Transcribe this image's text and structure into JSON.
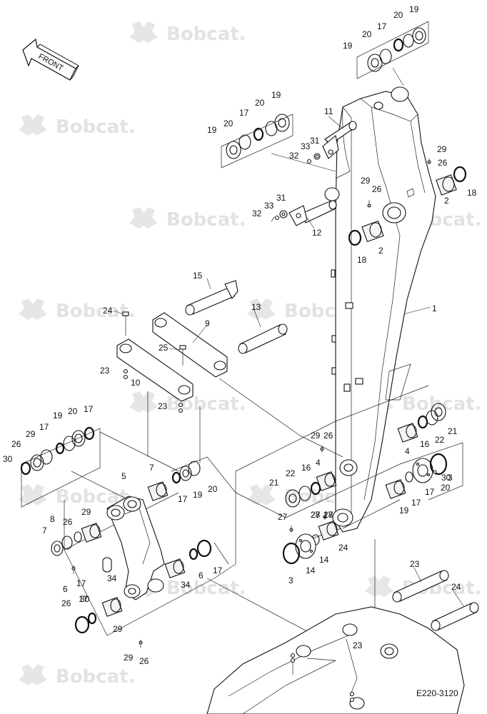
{
  "watermark": {
    "brand": "Bobcat."
  },
  "orientation": {
    "label": "FRONT"
  },
  "figure": {
    "reference": "E220-3120"
  },
  "callouts": [
    "19",
    "20",
    "17",
    "20",
    "19",
    "19",
    "20",
    "17",
    "20",
    "19",
    "11",
    "33",
    "31",
    "32",
    "29",
    "26",
    "18",
    "2",
    "29",
    "26",
    "31",
    "33",
    "32",
    "12",
    "18",
    "2",
    "15",
    "24",
    "9",
    "13",
    "25",
    "23",
    "10",
    "1",
    "23",
    "29",
    "26",
    "22",
    "21",
    "16",
    "4",
    "21",
    "22",
    "16",
    "4",
    "5",
    "7",
    "17",
    "19",
    "20",
    "17",
    "20",
    "19",
    "17",
    "29",
    "26",
    "30",
    "27",
    "28",
    "30",
    "3",
    "17",
    "20",
    "19",
    "17",
    "7",
    "8",
    "26",
    "29",
    "34",
    "17",
    "6",
    "17",
    "6",
    "34",
    "17",
    "29",
    "26",
    "30",
    "29",
    "26",
    "27",
    "28",
    "17",
    "3",
    "14",
    "14",
    "24",
    "23",
    "24",
    "23"
  ]
}
